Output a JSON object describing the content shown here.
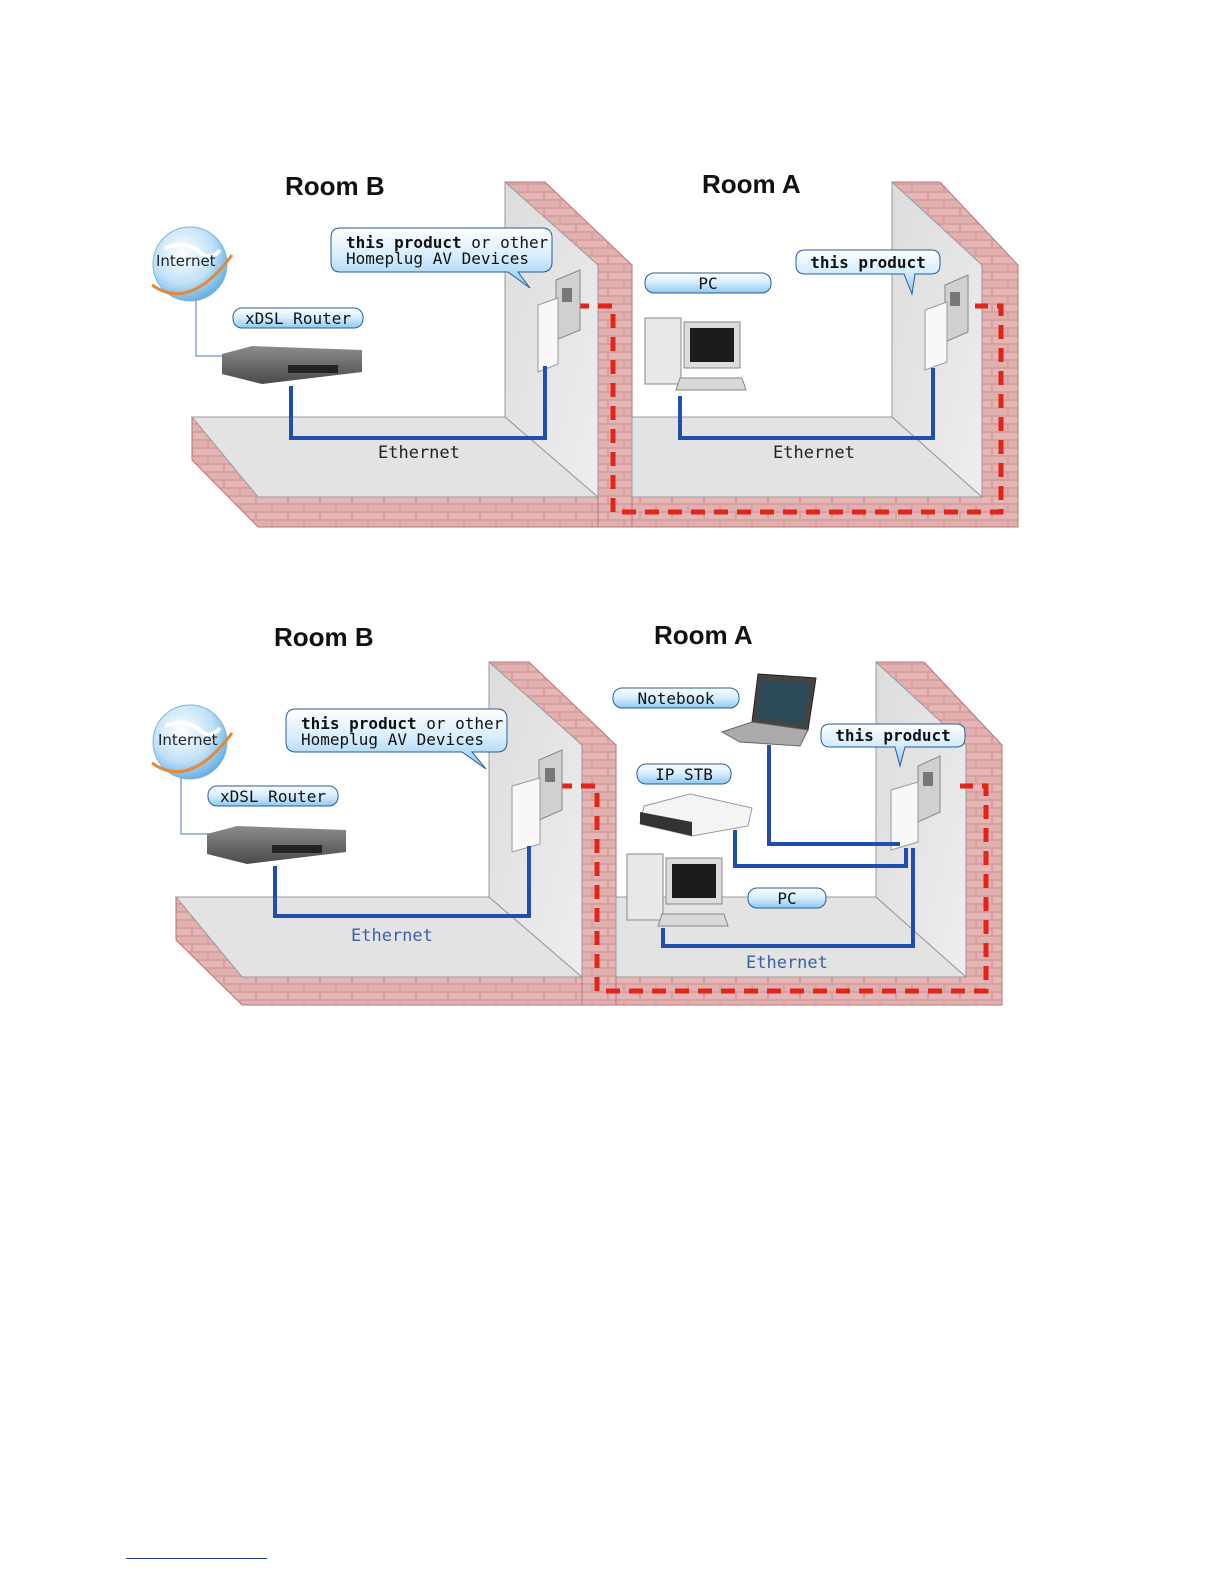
{
  "diagrams": [
    {
      "room_b_title": "Room B",
      "room_a_title": "Room A",
      "internet_label": "Internet",
      "router_label": "xDSL Router",
      "callout_b_bold": "this product",
      "callout_b_rest": " or other",
      "callout_b_line2": "Homeplug AV Devices",
      "callout_a": "this product",
      "pc_label": "PC",
      "ethernet_b": "Ethernet",
      "ethernet_a": "Ethernet"
    },
    {
      "room_b_title": "Room B",
      "room_a_title": "Room A",
      "internet_label": "Internet",
      "router_label": "xDSL Router",
      "callout_b_bold": "this product",
      "callout_b_rest": " or other",
      "callout_b_line2": "Homeplug AV Devices",
      "callout_a": "this product",
      "notebook_label": "Notebook",
      "ipstb_label": "IP STB",
      "pc_label": "PC",
      "ethernet_b": "Ethernet",
      "ethernet_a": "Ethernet"
    }
  ],
  "colors": {
    "ethernet_cable": "#1f4fa8",
    "powerline": "#e0261a",
    "brick": "#d89a9a",
    "floor": "#e4e4e4",
    "pill_fill": "#cfe9fb",
    "pill_stroke": "#2a5b9a"
  }
}
